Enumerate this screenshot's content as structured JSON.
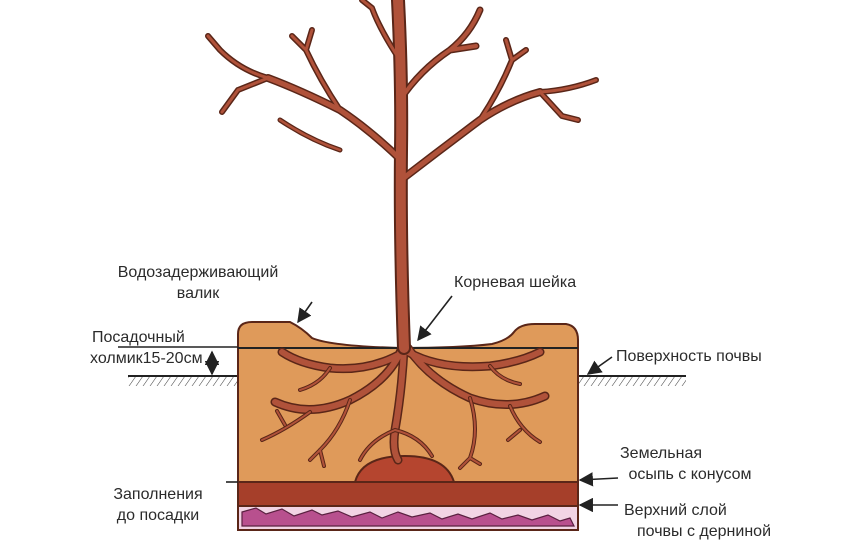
{
  "labels": {
    "water_ridge_line1": "Водозадерживающий",
    "water_ridge_line2": "валик",
    "root_collar": "Корневая шейка",
    "planting_mound_line1": "Посадочный",
    "planting_mound_line2": "холмик15-20см",
    "soil_surface": "Поверхность почвы",
    "earth_cone_line1": "Земельная",
    "earth_cone_line2": "осыпь с конусом",
    "fill_line1": "Заполнения",
    "fill_line2": "до посадки",
    "topsoil_line1": "Верхний слой",
    "topsoil_line2": "почвы с дерниной"
  },
  "colors": {
    "tree": "#b0523a",
    "tree_outline": "#5a2618",
    "pit_fill": "#df9a5a",
    "cone": "#b5452f",
    "topsoil_layer": "#a63f2a",
    "sod": "#b8508e",
    "ground_line": "#222222"
  }
}
